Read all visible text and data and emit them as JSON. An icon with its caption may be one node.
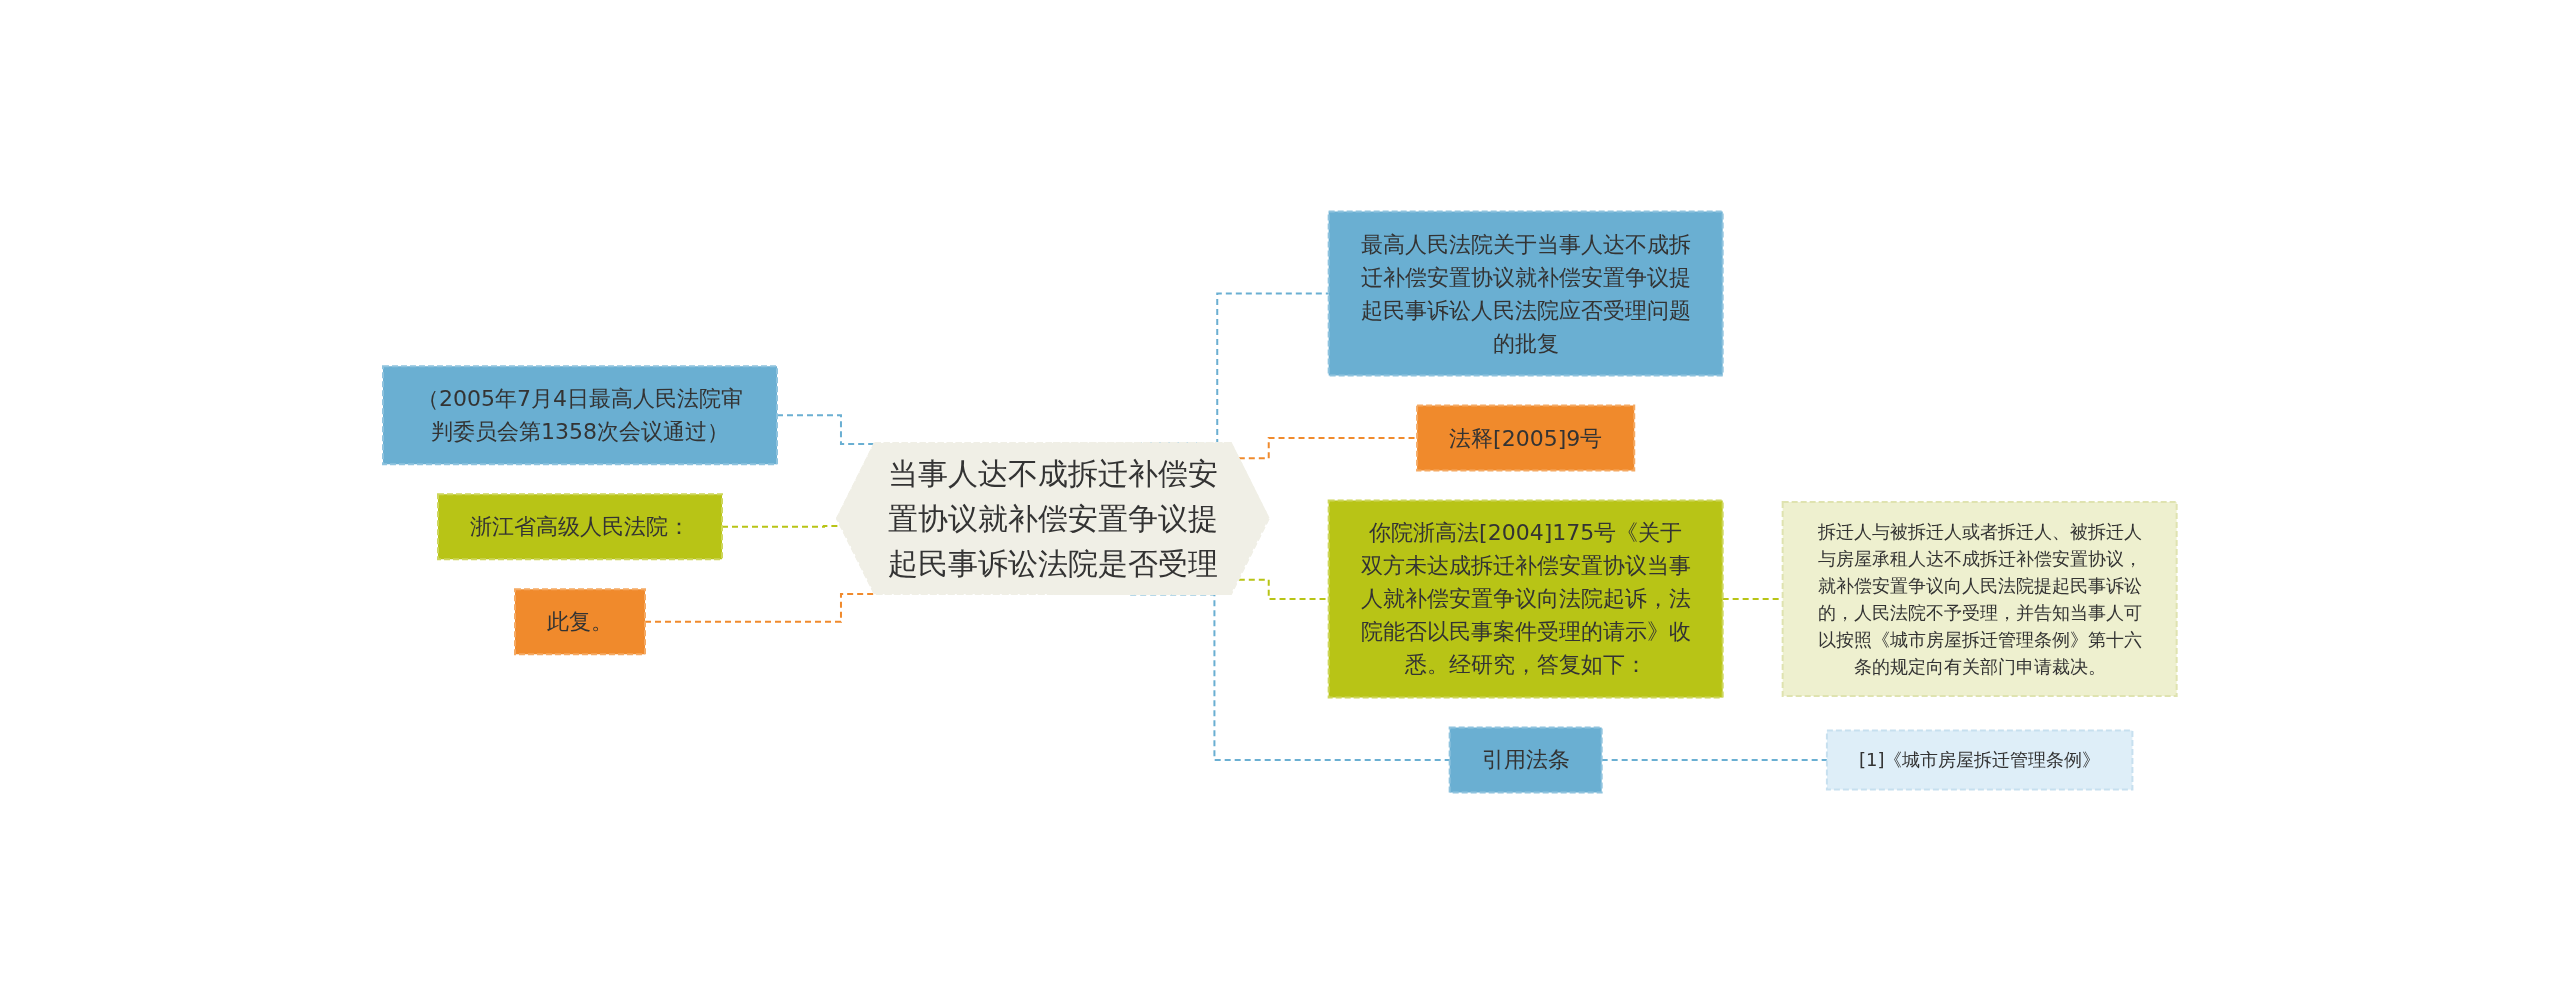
{
  "diagram": {
    "nodes": [
      {
        "text": [
          "当事人达不成拆迁补偿安置协议就补偿安置争议提起民事诉讼法院是否受理"
        ]
      },
      {
        "text": [
          "（2005年7月4日最高人民法院审判委员会第1358次会议通过）"
        ]
      },
      {
        "text": [
          "浙江省高级人民法院："
        ]
      },
      {
        "text": [
          "此复。"
        ]
      },
      {
        "text": [
          "最高人民法院关于当事人达不成拆迁补偿安置协议就补偿安置争议提起民事诉讼人民法院应否受理问题的批复"
        ]
      },
      {
        "text": [
          "法释[2005]9号"
        ]
      },
      {
        "text": [
          "你院浙高法[2004]175号《关于双方未达成拆迁补偿安置协议当事人就补偿安置争议向法院起诉，法院能否以民事案件受理的请示》收悉。经研究，答复如下："
        ]
      },
      {
        "text": [
          "拆迁人与被拆迁人或者拆迁人、被拆迁人与房屋承租人达不成拆迁补偿安置协议，就补偿安置争议向人民法院提起民事诉讼的，人民法院不予受理，并告知当事人可以按照《城市房屋拆迁管理条例》第十六条的规定向有关部门申请裁决。"
        ]
      },
      {
        "text": [
          "引用法条"
        ]
      },
      {
        "text": [
          "[1]《城市房屋拆迁管理条例》"
        ]
      }
    ],
    "edges": [
      {
        "from": 1,
        "to": 0,
        "arrow": "none",
        "style": "dashed"
      },
      {
        "from": 2,
        "to": 0,
        "arrow": "none",
        "style": "dashed",
        "color": "#b8c416"
      },
      {
        "from": 3,
        "to": 0,
        "arrow": "none",
        "style": "dashed",
        "color": "#f08a2c"
      },
      {
        "from": 0,
        "to": 4,
        "arrow": "none",
        "style": "dashed"
      },
      {
        "from": 0,
        "to": 5,
        "arrow": "none",
        "style": "dashed",
        "color": "#f08a2c"
      },
      {
        "from": 0,
        "to": 6,
        "arrow": "none",
        "style": "dashed",
        "color": "#b8c416"
      },
      {
        "from": 0,
        "to": 8,
        "arrow": "none",
        "style": "dashed"
      },
      {
        "from": 6,
        "to": 7,
        "arrow": "none",
        "style": "dashed",
        "color": "#b8c416"
      },
      {
        "from": 8,
        "to": 9,
        "arrow": "none",
        "style": "dashed"
      }
    ]
  }
}
